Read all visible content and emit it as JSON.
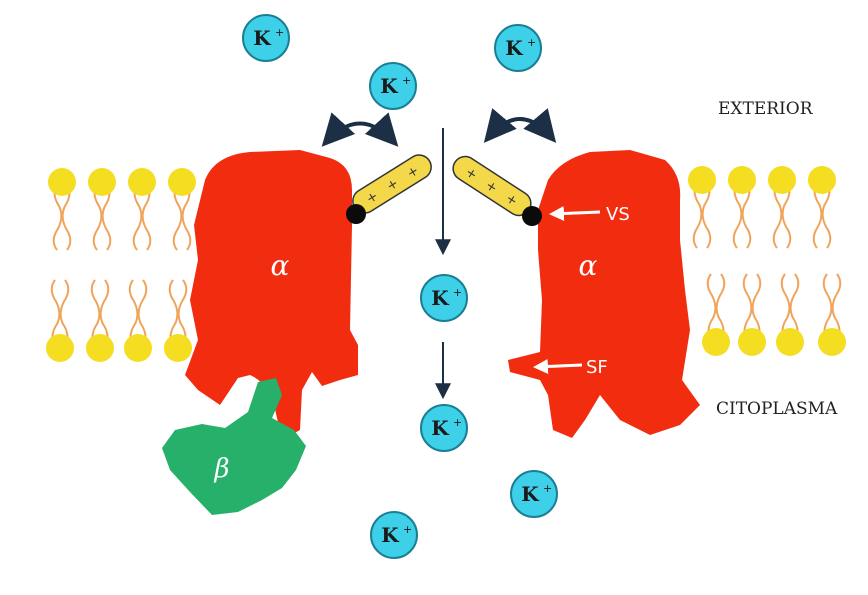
{
  "labels": {
    "exterior": "EXTERIOR",
    "citoplasma": "CITOPLASMA",
    "alpha": "α",
    "beta": "β",
    "vs": "VS",
    "sf": "SF"
  },
  "ion": {
    "symbol": "K",
    "charge": "+"
  },
  "sensor_charges": [
    "+",
    "+",
    "+"
  ],
  "colors": {
    "alpha_subunit": "#f22c0f",
    "beta_subunit": "#26b06a",
    "ion_fill": "#3ed0e8",
    "ion_stroke": "#1a7f95",
    "lipid_head": "#f5de22",
    "lipid_tail": "#f0a45a",
    "voltage_sensor": "#f3d84a",
    "arrows": "#1c2f45"
  }
}
